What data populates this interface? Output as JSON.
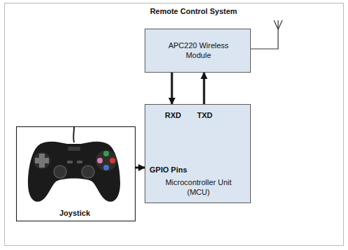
{
  "diagram": {
    "nodes": [
      {
        "text": [
          "Remote Control System"
        ]
      },
      {
        "text": [
          "APC220 Wireless Module"
        ],
        "in": 0
      },
      {
        "text": [
          "RXD",
          "TXD",
          "GPIO Pins",
          "Microcontroller Unit (MCU)"
        ],
        "in": 0
      },
      {
        "text": [
          "Joystick"
        ],
        "in": 0
      }
    ],
    "edges": [
      {
        "from": 1,
        "to": 2,
        "arrow": "to"
      },
      {
        "from": 2,
        "to": 1,
        "arrow": "to"
      },
      {
        "from": 3,
        "to": 2,
        "arrow": "to"
      }
    ]
  }
}
